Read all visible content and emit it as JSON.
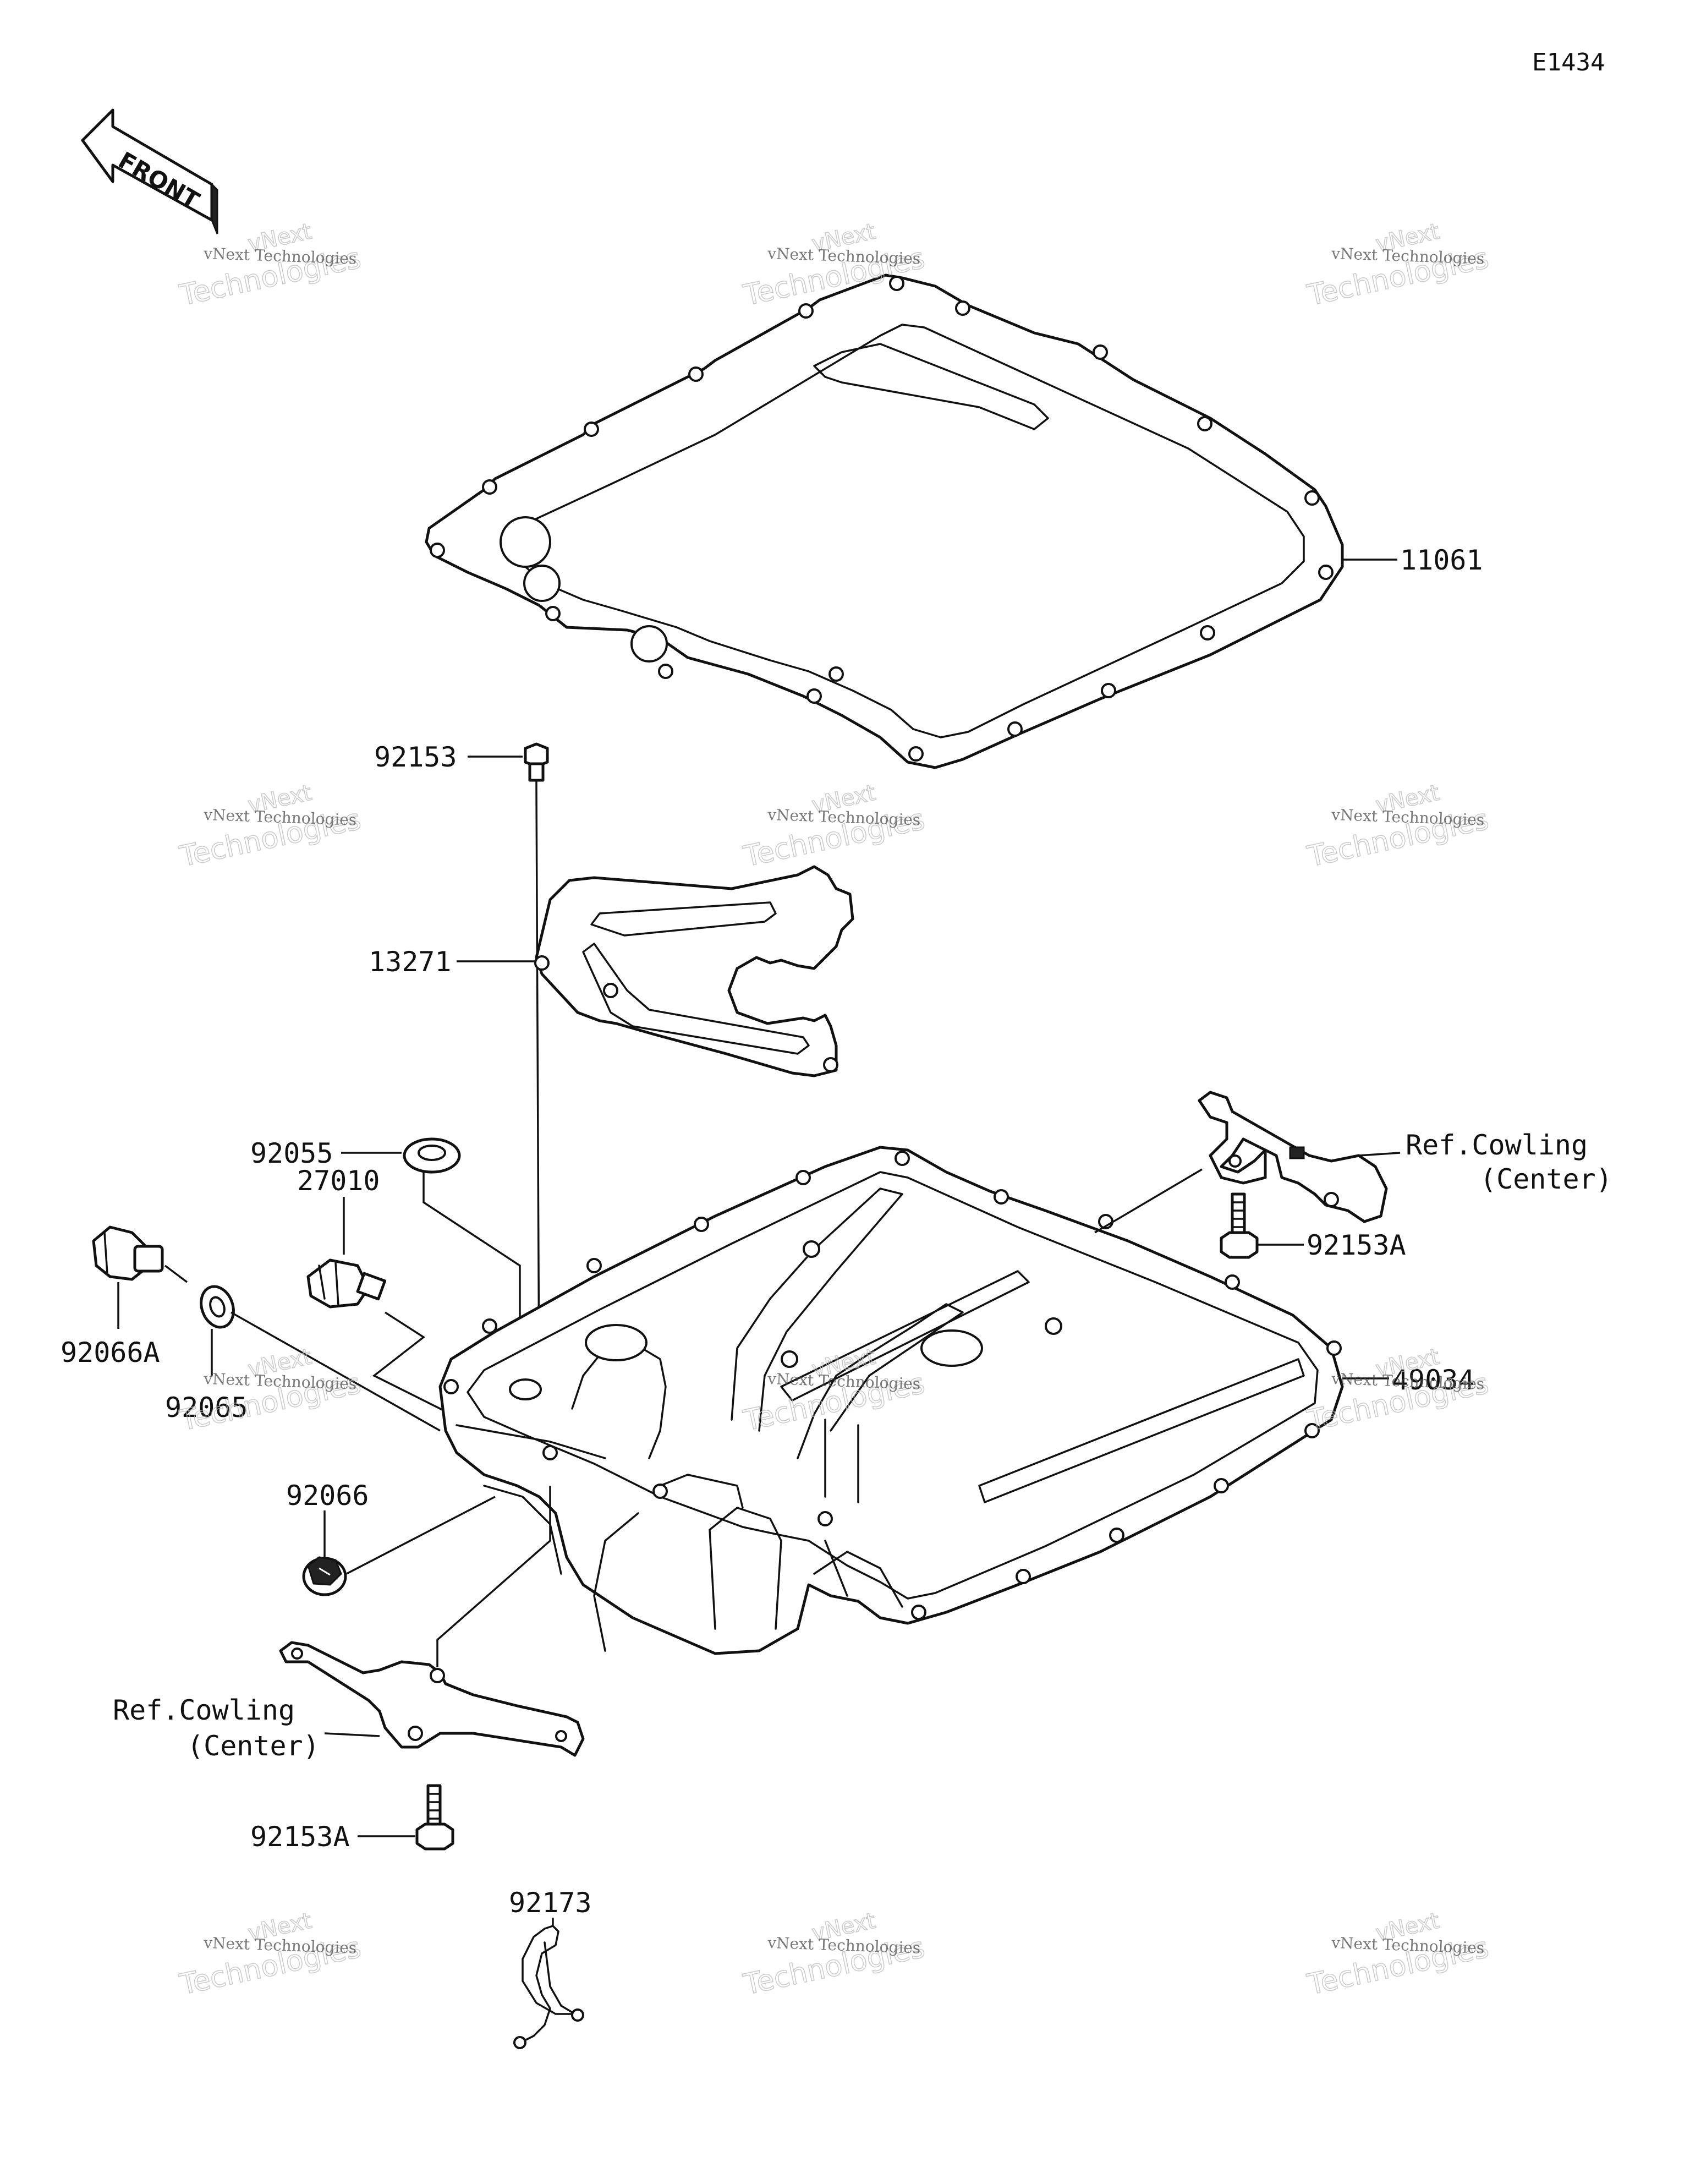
{
  "diagram_code": "E1434",
  "front_badge": "FRONT",
  "watermark": {
    "line1": "vNext Technologies",
    "line2": "Technologies",
    "line3": "vNext"
  },
  "parts": {
    "gasket": "11061",
    "bolt_top": "92153",
    "baffle_plate": "13271",
    "grommet": "92055",
    "oil_pressure_switch": "27010",
    "drain_plug": "92066A",
    "washer": "92065",
    "plug": "92066",
    "oil_pan": "49034",
    "bolt_right": "92153A",
    "bolt_lower": "92153A",
    "clamp": "92173"
  },
  "refs": {
    "right": {
      "line1": "Ref.Cowling",
      "line2": "(Center)"
    },
    "left": {
      "line1": "Ref.Cowling",
      "line2": "(Center)"
    }
  }
}
